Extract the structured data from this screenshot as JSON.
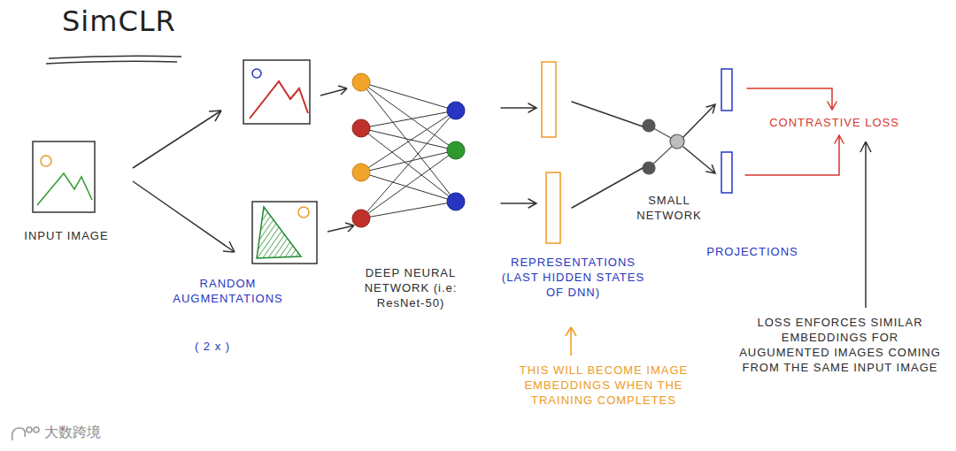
{
  "diagram": {
    "title": "SimCLR",
    "nodes": [
      {
        "text": [
          "INPUT IMAGE"
        ]
      },
      {
        "text": [
          "DEEP NEURAL NETWORK (i.e: ResNet-50)"
        ]
      },
      {
        "text": [
          "REPRESENTATIONS (LAST HIDDEN STATES OF DNN)"
        ]
      },
      {
        "text": [
          "SMALL NETWORK"
        ]
      },
      {
        "text": [
          "PROJECTIONS"
        ]
      },
      {
        "text": [
          "CONTRASTIVE LOSS"
        ]
      }
    ],
    "edges": [
      {
        "from": 1,
        "to": 2,
        "arrow": "to"
      },
      {
        "from": 2,
        "to": 3,
        "arrow": "none"
      },
      {
        "from": 3,
        "to": 4,
        "arrow": "to"
      },
      {
        "from": 4,
        "to": 5,
        "arrow": "to"
      }
    ],
    "labels": [
      "RANDOM AUGMENTATIONS",
      "( 2 x )",
      "THIS WILL BECOME IMAGE EMBEDDINGS WHEN THE TRAINING COMPLETES",
      "LOSS ENFORCES SIMILAR EMBEDDINGS FOR AUGUMENTED IMAGES COMING FROM THE SAME INPUT IMAGE",
      "大数跨境"
    ]
  }
}
